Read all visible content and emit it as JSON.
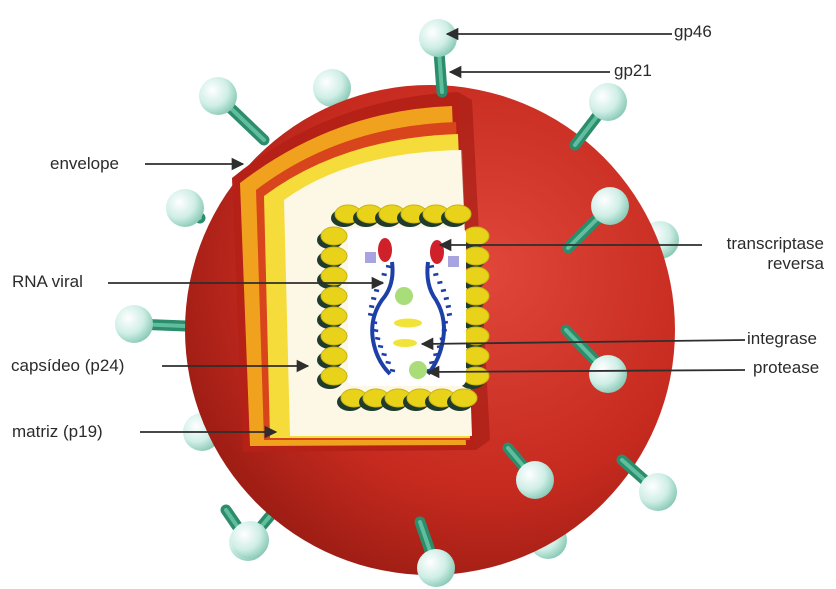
{
  "labels": {
    "gp46": "gp46",
    "gp21": "gp21",
    "envelope": "envelope",
    "rna_viral": "RNA viral",
    "capsideo": "capsídeo (p24)",
    "matriz": "matriz (p19)",
    "transcriptase_line1": "transcriptase",
    "transcriptase_line2": "reversa",
    "integrase": "integrase",
    "protease": "protease"
  },
  "colors": {
    "envelope_red": "#c8261b",
    "matrix_orange": "#f0a21e",
    "matrix_yellow": "#f5dc3a",
    "interior_cream": "#fdf8e6",
    "capsid_yellow": "#e8d21a",
    "capsid_shadow": "#1e3b2e",
    "rna_blue": "#1d3fa8",
    "enzyme_red": "#d0202a",
    "integrase_yellow": "#f2e33a",
    "protease_green": "#9fd66a",
    "spike_green": "#2c8c6c",
    "spike_ball": "#cfeee6",
    "arrow": "#333333"
  }
}
